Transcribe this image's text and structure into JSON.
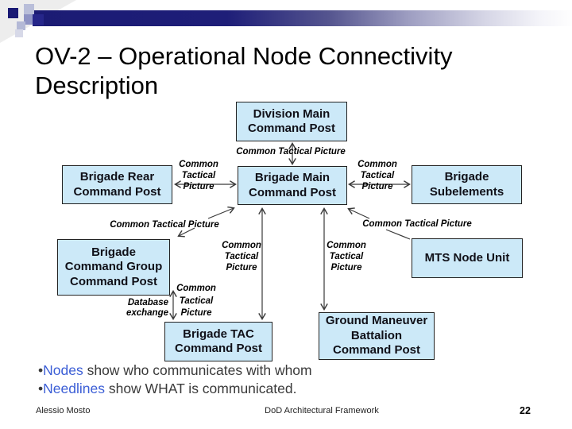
{
  "slide": {
    "title": "OV-2 – Operational Node Connectivity Description",
    "bullet_char": "•",
    "bullets": [
      {
        "term": "Nodes",
        "rest": " show who communicates with whom"
      },
      {
        "term": "Needlines",
        "rest": " show WHAT is communicated."
      }
    ],
    "footer": {
      "author": "Alessio Mosto",
      "center": "DoD Architectural Framework",
      "page_number": "22"
    }
  },
  "diagram": {
    "nodes": {
      "division_main": "Division Main\nCommand Post",
      "brigade_rear": "Brigade Rear\nCommand Post",
      "brigade_main": "Brigade Main\nCommand Post",
      "brigade_subelements": "Brigade\nSubelements",
      "brigade_command_group": "Brigade\nCommand Group\nCommand Post",
      "mts_node_unit": "MTS Node Unit",
      "brigade_tac": "Brigade TAC\nCommand Post",
      "ground_maneuver": "Ground Maneuver\nBattalion\nCommand Post"
    },
    "edge_labels": {
      "common_tactical_picture_inline": "Common Tactical Picture",
      "common_tactical_picture_stacked": "Common\nTactical\nPicture",
      "database_exchange": "Database\nexchange"
    },
    "colors": {
      "node_fill": "#cce9f8",
      "node_border": "#222222",
      "connector": "#3a3a3a",
      "link_blue": "#3b5ed6",
      "bar_navy": "#1b1b74"
    }
  }
}
